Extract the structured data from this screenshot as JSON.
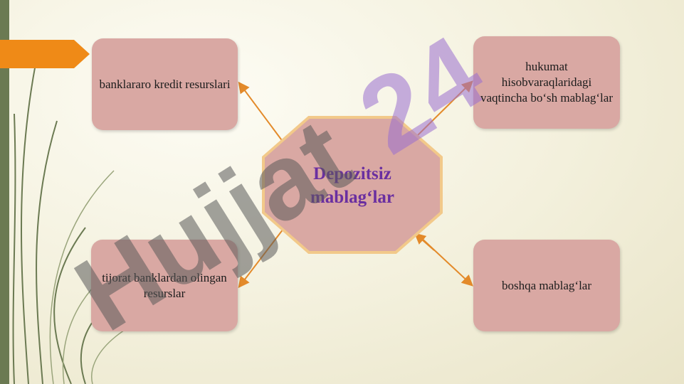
{
  "diagram": {
    "center": {
      "line1": "Depozitsiz",
      "line2": "mablag‘lar"
    },
    "boxes": {
      "top_left": "banklararo kredit resurslari",
      "top_right": "hukumat hisobvaraqlaridagi vaqtincha bo‘sh mablag‘lar",
      "bottom_left": "tijorat banklardan olingan resurslar",
      "bottom_right": "boshqa mablag‘lar"
    }
  },
  "watermark": {
    "text": "Hujjat24"
  },
  "colors": {
    "box_fill": "#d9a8a3",
    "center_fill": "#d9a8a3",
    "center_border": "#f2c98a",
    "center_text": "#6a2fa0",
    "arrow": "#e38a2a",
    "tab": "#ef8a17",
    "left_bar": "#6b7a52"
  }
}
